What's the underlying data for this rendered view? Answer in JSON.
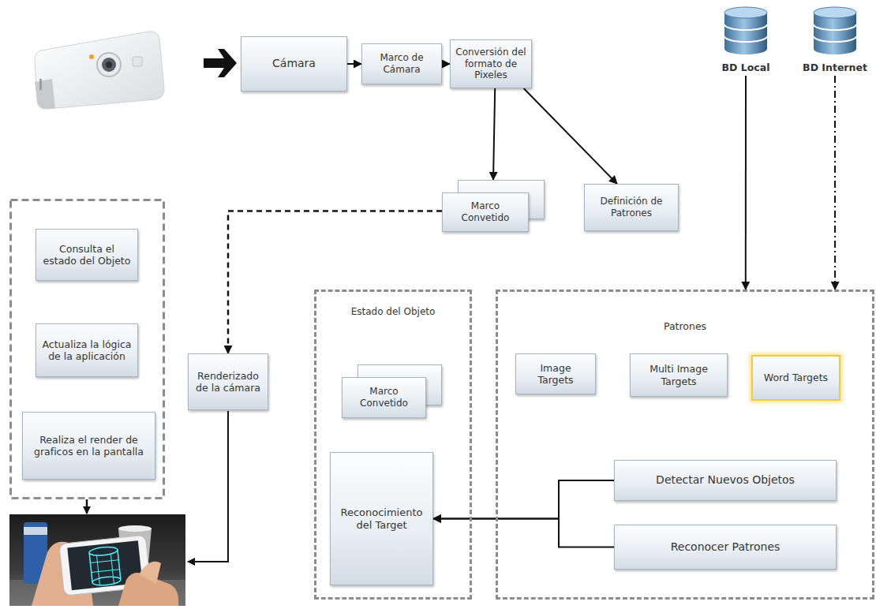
{
  "diagram": {
    "nodes": [
      {
        "text": [
          "Cámara"
        ]
      },
      {
        "text": [
          "Marco de Cámara"
        ]
      },
      {
        "text": [
          "Conversión del formato de Pixeles"
        ]
      },
      {
        "text": [
          "BD Local"
        ]
      },
      {
        "text": [
          "BD Internet"
        ]
      },
      {
        "text": [
          "Marco Convetido"
        ]
      },
      {
        "text": [
          "Definición de Patrones"
        ]
      },
      {
        "text": [
          "Consulta el estado del Objeto"
        ]
      },
      {
        "text": [
          "Actualiza la lógica de la aplicación"
        ]
      },
      {
        "text": [
          "Realiza el render de graficos en la pantalla"
        ]
      },
      {
        "text": [
          "Renderizado de la cámara"
        ]
      },
      {
        "text": [
          "Estado del Objeto"
        ]
      },
      {
        "text": [
          "Marco Convetido"
        ],
        "in": 11
      },
      {
        "text": [
          "Reconocimiento del Target"
        ],
        "in": 11
      },
      {
        "text": [
          "Patrones"
        ]
      },
      {
        "text": [
          "Image Targets"
        ],
        "in": 14
      },
      {
        "text": [
          "Multi Image Targets"
        ],
        "in": 14
      },
      {
        "text": [
          "Word Targets"
        ],
        "in": 14
      },
      {
        "text": [
          "Detectar Nuevos Objetos"
        ],
        "in": 14
      },
      {
        "text": [
          "Reconocer Patrones"
        ],
        "in": 14
      }
    ],
    "edges": [
      {
        "from": 0,
        "to": 1,
        "arrow": "to"
      },
      {
        "from": 1,
        "to": 2,
        "arrow": "to"
      },
      {
        "from": 2,
        "to": 5,
        "arrow": "to"
      },
      {
        "from": 2,
        "to": 6,
        "arrow": "to"
      },
      {
        "from": 3,
        "to": 14,
        "arrow": "to"
      },
      {
        "from": 4,
        "to": 14,
        "arrow": "to"
      },
      {
        "from": 5,
        "to": 10,
        "arrow": "to"
      },
      {
        "from": 18,
        "to": 13,
        "arrow": "to"
      },
      {
        "from": 19,
        "to": 13,
        "arrow": "to"
      }
    ]
  }
}
